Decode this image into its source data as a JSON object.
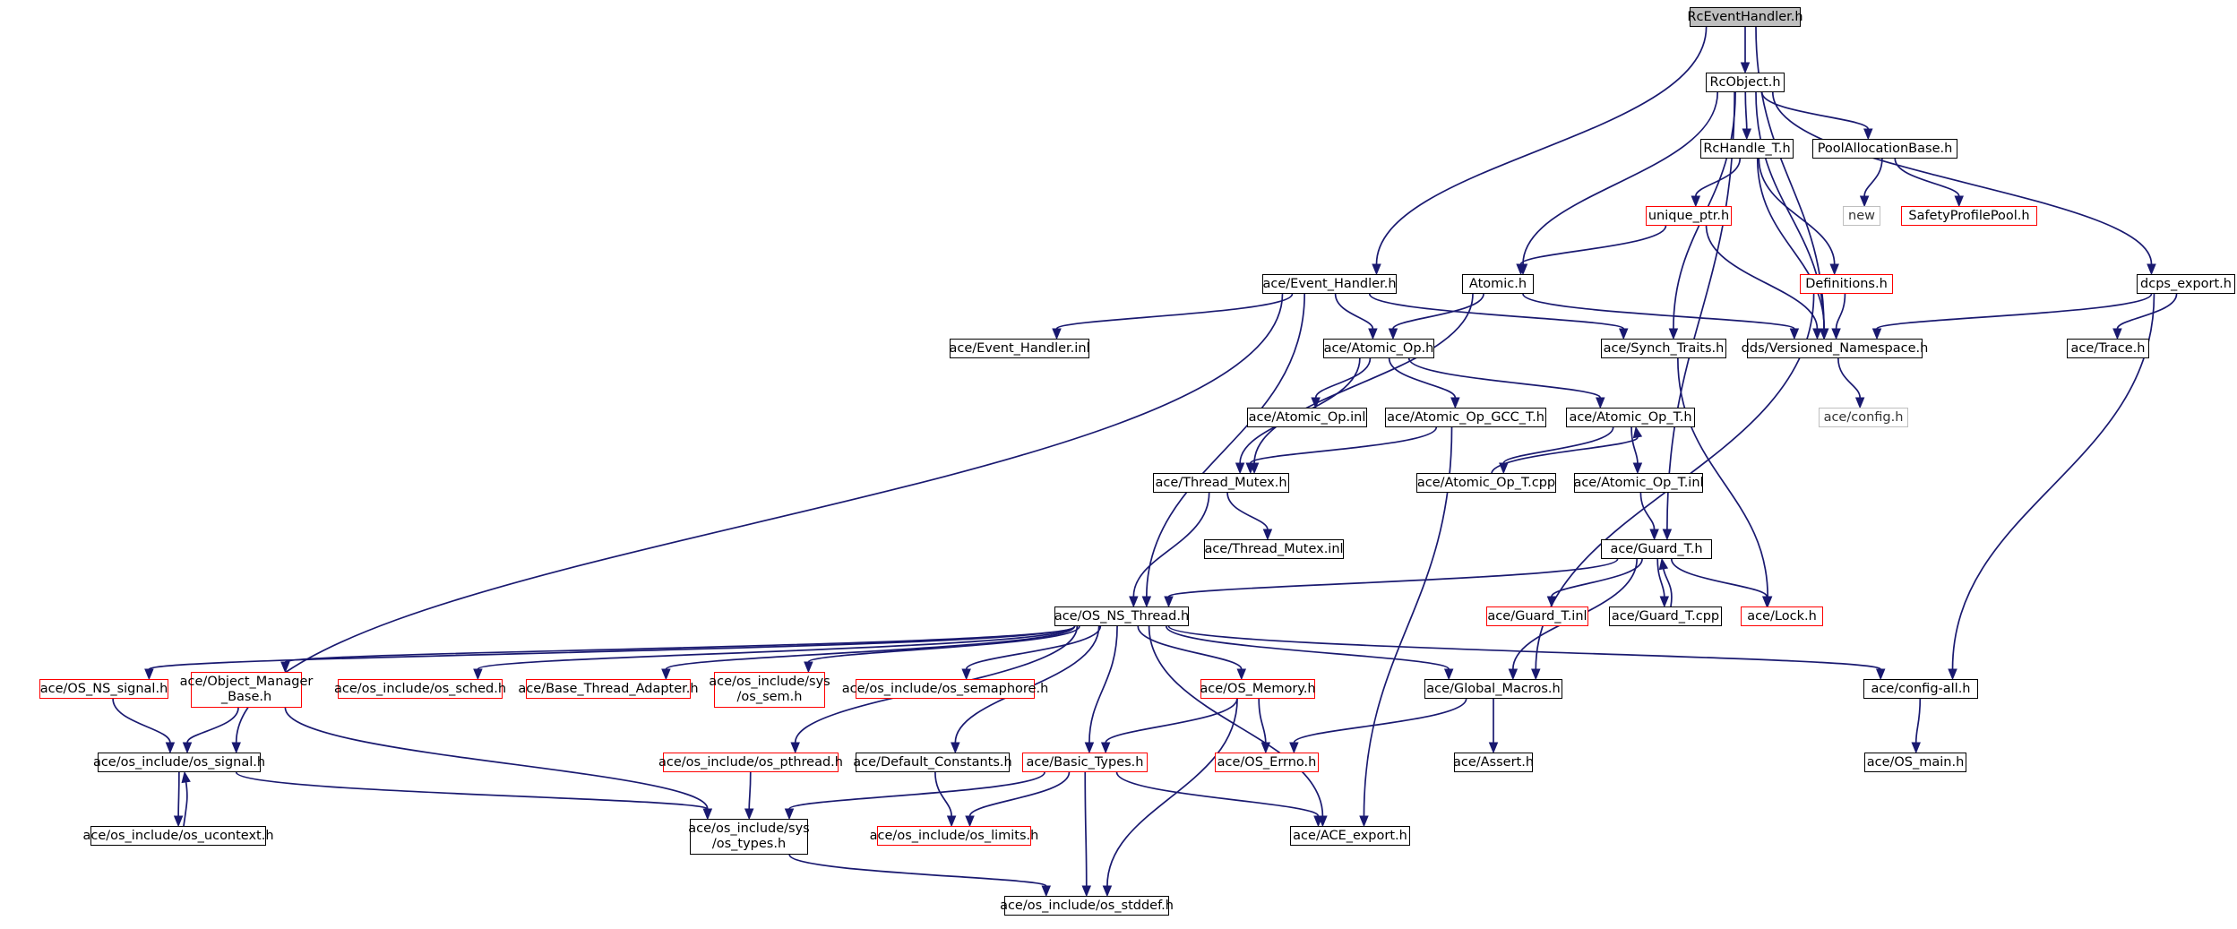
{
  "graph": {
    "title": "",
    "colors": {
      "edge": "#191970",
      "node_border": "#000000",
      "root_fill": "#bfbfbf",
      "incomplete_border": "#ff0000",
      "external_border": "#bfbfbf"
    },
    "nodes": [
      {
        "id": "RcEventHandler",
        "label": "RcEventHandler.h",
        "kind": "root"
      },
      {
        "id": "RcObject",
        "label": "RcObject.h",
        "kind": "normal"
      },
      {
        "id": "EventHandler",
        "label": "ace/Event_Handler.h",
        "kind": "normal"
      },
      {
        "id": "VersionedNamespace",
        "label": "dds/Versioned_Namespace.h",
        "kind": "normal"
      },
      {
        "id": "RcHandleT",
        "label": "RcHandle_T.h",
        "kind": "normal"
      },
      {
        "id": "PoolAllocationBase",
        "label": "PoolAllocationBase.h",
        "kind": "normal"
      },
      {
        "id": "UniquePtr",
        "label": "unique_ptr.h",
        "kind": "incomplete"
      },
      {
        "id": "New",
        "label": "new",
        "kind": "external"
      },
      {
        "id": "SafetyProfilePool",
        "label": "SafetyProfilePool.h",
        "kind": "incomplete"
      },
      {
        "id": "Atomic",
        "label": "Atomic.h",
        "kind": "normal"
      },
      {
        "id": "Definitions",
        "label": "Definitions.h",
        "kind": "incomplete"
      },
      {
        "id": "DcpsExport",
        "label": "dcps_export.h",
        "kind": "normal"
      },
      {
        "id": "EventHandlerInl",
        "label": "ace/Event_Handler.inl",
        "kind": "normal"
      },
      {
        "id": "AtomicOp",
        "label": "ace/Atomic_Op.h",
        "kind": "normal"
      },
      {
        "id": "SynchTraits",
        "label": "ace/Synch_Traits.h",
        "kind": "normal"
      },
      {
        "id": "Trace",
        "label": "ace/Trace.h",
        "kind": "normal"
      },
      {
        "id": "Config",
        "label": "ace/config.h",
        "kind": "external"
      },
      {
        "id": "AtomicOpInl",
        "label": "ace/Atomic_Op.inl",
        "kind": "normal"
      },
      {
        "id": "AtomicOpGCCT",
        "label": "ace/Atomic_Op_GCC_T.h",
        "kind": "normal"
      },
      {
        "id": "AtomicOpT",
        "label": "ace/Atomic_Op_T.h",
        "kind": "normal"
      },
      {
        "id": "ThreadMutex",
        "label": "ace/Thread_Mutex.h",
        "kind": "normal"
      },
      {
        "id": "AtomicOpTcpp",
        "label": "ace/Atomic_Op_T.cpp",
        "kind": "normal"
      },
      {
        "id": "AtomicOpTinl",
        "label": "ace/Atomic_Op_T.inl",
        "kind": "normal"
      },
      {
        "id": "ThreadMutexInl",
        "label": "ace/Thread_Mutex.inl",
        "kind": "normal"
      },
      {
        "id": "GuardT",
        "label": "ace/Guard_T.h",
        "kind": "normal"
      },
      {
        "id": "OSNSThread",
        "label": "ace/OS_NS_Thread.h",
        "kind": "normal"
      },
      {
        "id": "GuardTinl",
        "label": "ace/Guard_T.inl",
        "kind": "incomplete"
      },
      {
        "id": "GuardTcpp",
        "label": "ace/Guard_T.cpp",
        "kind": "normal"
      },
      {
        "id": "Lock",
        "label": "ace/Lock.h",
        "kind": "incomplete"
      },
      {
        "id": "OSNSSignal",
        "label": "ace/OS_NS_signal.h",
        "kind": "incomplete"
      },
      {
        "id": "ObjectManagerBase",
        "label": "ace/Object_Manager\n_Base.h",
        "kind": "incomplete"
      },
      {
        "id": "OsSched",
        "label": "ace/os_include/os_sched.h",
        "kind": "incomplete"
      },
      {
        "id": "BaseThreadAdapter",
        "label": "ace/Base_Thread_Adapter.h",
        "kind": "incomplete"
      },
      {
        "id": "OsSem",
        "label": "ace/os_include/sys\n/os_sem.h",
        "kind": "incomplete"
      },
      {
        "id": "OsSemaphore",
        "label": "ace/os_include/os_semaphore.h",
        "kind": "incomplete"
      },
      {
        "id": "OSMemory",
        "label": "ace/OS_Memory.h",
        "kind": "incomplete"
      },
      {
        "id": "GlobalMacros",
        "label": "ace/Global_Macros.h",
        "kind": "normal"
      },
      {
        "id": "ConfigAll",
        "label": "ace/config-all.h",
        "kind": "normal"
      },
      {
        "id": "OsSignal",
        "label": "ace/os_include/os_signal.h",
        "kind": "normal"
      },
      {
        "id": "OsPthread",
        "label": "ace/os_include/os_pthread.h",
        "kind": "incomplete"
      },
      {
        "id": "DefaultConstants",
        "label": "ace/Default_Constants.h",
        "kind": "normal"
      },
      {
        "id": "BasicTypes",
        "label": "ace/Basic_Types.h",
        "kind": "incomplete"
      },
      {
        "id": "OSErrno",
        "label": "ace/OS_Errno.h",
        "kind": "incomplete"
      },
      {
        "id": "Assert",
        "label": "ace/Assert.h",
        "kind": "normal"
      },
      {
        "id": "OSMain",
        "label": "ace/OS_main.h",
        "kind": "normal"
      },
      {
        "id": "OsUcontext",
        "label": "ace/os_include/os_ucontext.h",
        "kind": "normal"
      },
      {
        "id": "OsTypes",
        "label": "ace/os_include/sys\n/os_types.h",
        "kind": "normal"
      },
      {
        "id": "OsLimits",
        "label": "ace/os_include/os_limits.h",
        "kind": "incomplete"
      },
      {
        "id": "ACEExport",
        "label": "ace/ACE_export.h",
        "kind": "normal"
      },
      {
        "id": "OsStddef",
        "label": "ace/os_include/os_stddef.h",
        "kind": "normal"
      }
    ],
    "edges": [
      {
        "from": "RcEventHandler",
        "to": "RcObject"
      },
      {
        "from": "RcEventHandler",
        "to": "EventHandler"
      },
      {
        "from": "RcEventHandler",
        "to": "VersionedNamespace"
      },
      {
        "from": "RcObject",
        "to": "RcHandleT"
      },
      {
        "from": "RcObject",
        "to": "PoolAllocationBase"
      },
      {
        "from": "RcObject",
        "to": "Atomic"
      },
      {
        "from": "RcObject",
        "to": "SynchTraits"
      },
      {
        "from": "RcObject",
        "to": "GuardT"
      },
      {
        "from": "RcObject",
        "to": "VersionedNamespace"
      },
      {
        "from": "RcObject",
        "to": "DcpsExport"
      },
      {
        "from": "RcHandleT",
        "to": "UniquePtr"
      },
      {
        "from": "RcHandleT",
        "to": "Definitions"
      },
      {
        "from": "RcHandleT",
        "to": "VersionedNamespace"
      },
      {
        "from": "PoolAllocationBase",
        "to": "New"
      },
      {
        "from": "PoolAllocationBase",
        "to": "SafetyProfilePool"
      },
      {
        "from": "UniquePtr",
        "to": "Atomic"
      },
      {
        "from": "UniquePtr",
        "to": "VersionedNamespace"
      },
      {
        "from": "Definitions",
        "to": "VersionedNamespace"
      },
      {
        "from": "Definitions",
        "to": "GlobalMacros"
      },
      {
        "from": "DcpsExport",
        "to": "VersionedNamespace"
      },
      {
        "from": "DcpsExport",
        "to": "Trace"
      },
      {
        "from": "DcpsExport",
        "to": "ConfigAll"
      },
      {
        "from": "EventHandler",
        "to": "EventHandlerInl"
      },
      {
        "from": "EventHandler",
        "to": "AtomicOp"
      },
      {
        "from": "EventHandler",
        "to": "SynchTraits"
      },
      {
        "from": "EventHandler",
        "to": "OSNSThread"
      },
      {
        "from": "EventHandler",
        "to": "OsSignal"
      },
      {
        "from": "Atomic",
        "to": "AtomicOp"
      },
      {
        "from": "Atomic",
        "to": "ThreadMutex"
      },
      {
        "from": "Atomic",
        "to": "VersionedNamespace"
      },
      {
        "from": "VersionedNamespace",
        "to": "Config"
      },
      {
        "from": "SynchTraits",
        "to": "Lock"
      },
      {
        "from": "AtomicOp",
        "to": "AtomicOpInl"
      },
      {
        "from": "AtomicOp",
        "to": "AtomicOpGCCT"
      },
      {
        "from": "AtomicOp",
        "to": "AtomicOpT"
      },
      {
        "from": "AtomicOp",
        "to": "ThreadMutex"
      },
      {
        "from": "AtomicOpGCCT",
        "to": "ThreadMutex"
      },
      {
        "from": "AtomicOpGCCT",
        "to": "ACEExport"
      },
      {
        "from": "AtomicOpT",
        "to": "AtomicOpTcpp"
      },
      {
        "from": "AtomicOpTcpp",
        "to": "AtomicOpT"
      },
      {
        "from": "AtomicOpT",
        "to": "AtomicOpTinl"
      },
      {
        "from": "AtomicOpTinl",
        "to": "GuardT"
      },
      {
        "from": "ThreadMutex",
        "to": "ThreadMutexInl"
      },
      {
        "from": "ThreadMutex",
        "to": "OSNSThread"
      },
      {
        "from": "GuardT",
        "to": "OSNSThread"
      },
      {
        "from": "GuardT",
        "to": "GuardTinl"
      },
      {
        "from": "GuardT",
        "to": "GuardTcpp"
      },
      {
        "from": "GuardTcpp",
        "to": "GuardT"
      },
      {
        "from": "GuardT",
        "to": "Lock"
      },
      {
        "from": "GuardT",
        "to": "GlobalMacros"
      },
      {
        "from": "OSNSThread",
        "to": "OSNSSignal"
      },
      {
        "from": "OSNSThread",
        "to": "ObjectManagerBase"
      },
      {
        "from": "OSNSThread",
        "to": "OsSched"
      },
      {
        "from": "OSNSThread",
        "to": "BaseThreadAdapter"
      },
      {
        "from": "OSNSThread",
        "to": "OsSem"
      },
      {
        "from": "OSNSThread",
        "to": "OsSemaphore"
      },
      {
        "from": "OSNSThread",
        "to": "OSMemory"
      },
      {
        "from": "OSNSThread",
        "to": "GlobalMacros"
      },
      {
        "from": "OSNSThread",
        "to": "ConfigAll"
      },
      {
        "from": "OSNSThread",
        "to": "OsPthread"
      },
      {
        "from": "OSNSThread",
        "to": "DefaultConstants"
      },
      {
        "from": "OSNSThread",
        "to": "BasicTypes"
      },
      {
        "from": "OSNSThread",
        "to": "ACEExport"
      },
      {
        "from": "OSNSSignal",
        "to": "OsSignal"
      },
      {
        "from": "ObjectManagerBase",
        "to": "OsSignal"
      },
      {
        "from": "ObjectManagerBase",
        "to": "OsTypes"
      },
      {
        "from": "OSMemory",
        "to": "OSErrno"
      },
      {
        "from": "OSMemory",
        "to": "BasicTypes"
      },
      {
        "from": "OSMemory",
        "to": "OsStddef"
      },
      {
        "from": "GlobalMacros",
        "to": "OSErrno"
      },
      {
        "from": "GlobalMacros",
        "to": "Assert"
      },
      {
        "from": "ConfigAll",
        "to": "OSMain"
      },
      {
        "from": "OsSignal",
        "to": "OsUcontext"
      },
      {
        "from": "OsUcontext",
        "to": "OsSignal"
      },
      {
        "from": "OsSignal",
        "to": "OsTypes"
      },
      {
        "from": "OsPthread",
        "to": "OsTypes"
      },
      {
        "from": "DefaultConstants",
        "to": "OsLimits"
      },
      {
        "from": "BasicTypes",
        "to": "OsTypes"
      },
      {
        "from": "BasicTypes",
        "to": "OsLimits"
      },
      {
        "from": "BasicTypes",
        "to": "OsStddef"
      },
      {
        "from": "BasicTypes",
        "to": "ACEExport"
      },
      {
        "from": "OsTypes",
        "to": "OsStddef"
      }
    ]
  }
}
